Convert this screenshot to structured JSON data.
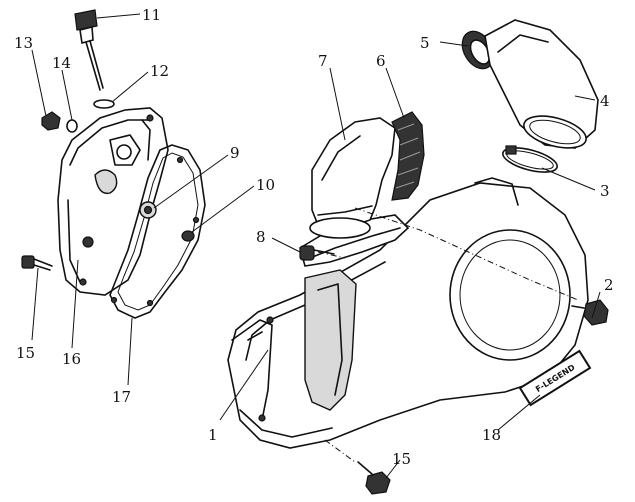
{
  "callouts": {
    "c1": "1",
    "c2": "2",
    "c3": "3",
    "c4": "4",
    "c5": "5",
    "c6": "6",
    "c7": "7",
    "c8": "8",
    "c9": "9",
    "c10": "10",
    "c11": "11",
    "c12": "12",
    "c13": "13",
    "c14": "14",
    "c15a": "15",
    "c15b": "15",
    "c16": "16",
    "c17": "17",
    "c18": "18"
  },
  "emblem_text": "F-LEGEND"
}
